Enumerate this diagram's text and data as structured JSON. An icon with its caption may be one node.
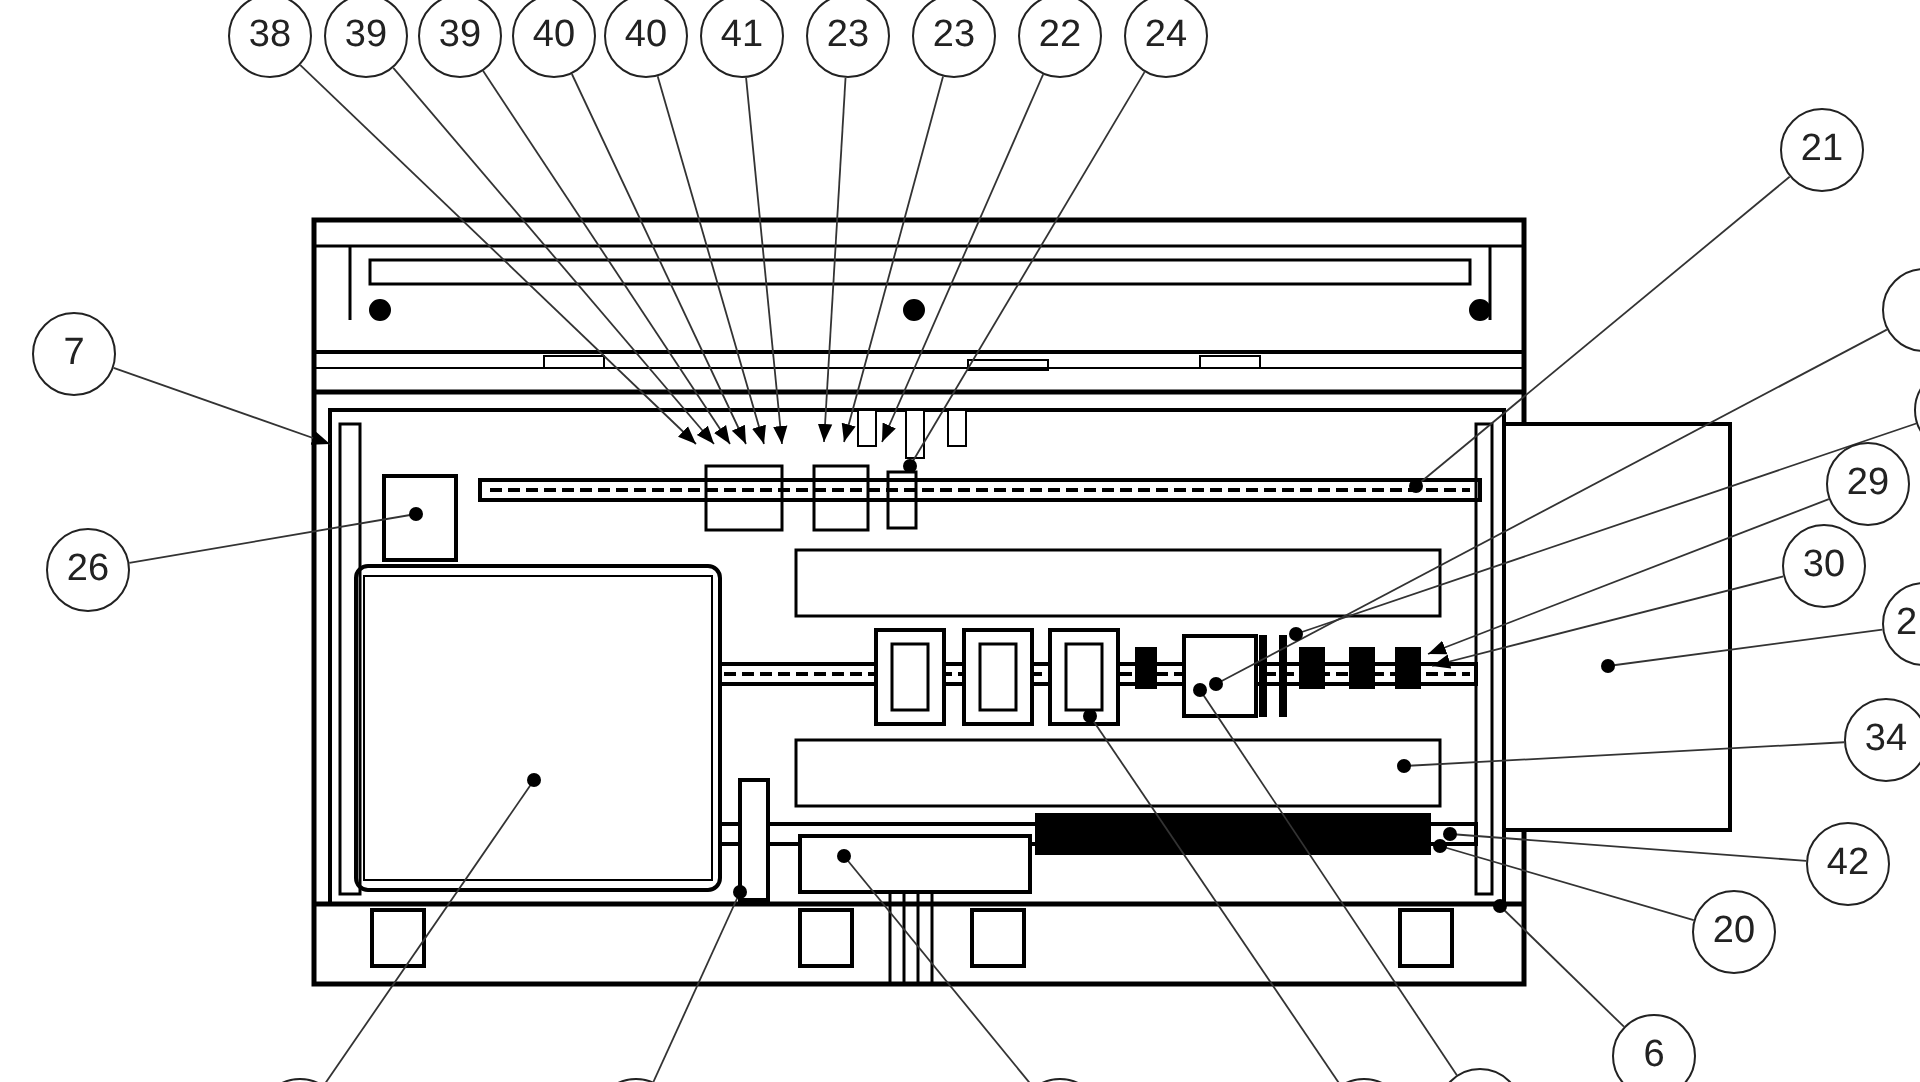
{
  "diagram": {
    "nodes": [
      {
        "text": [
          "38"
        ]
      },
      {
        "text": [
          "39"
        ]
      },
      {
        "text": [
          "39"
        ]
      },
      {
        "text": [
          "40"
        ]
      },
      {
        "text": [
          "40"
        ]
      },
      {
        "text": [
          "41"
        ]
      },
      {
        "text": [
          "23"
        ]
      },
      {
        "text": [
          "23"
        ]
      },
      {
        "text": [
          "22"
        ]
      },
      {
        "text": [
          "24"
        ]
      },
      {
        "text": [
          "7"
        ]
      },
      {
        "text": [
          "21"
        ]
      },
      {
        "text": [],
        "shape": "circle"
      },
      {
        "text": [],
        "shape": "circle"
      },
      {
        "text": [
          "29"
        ]
      },
      {
        "text": [
          "26"
        ]
      },
      {
        "text": [
          "30"
        ]
      },
      {
        "text": [
          "2"
        ]
      },
      {
        "text": [
          "34"
        ]
      },
      {
        "text": [
          "42"
        ]
      },
      {
        "text": [
          "20"
        ]
      },
      {
        "text": [
          "6"
        ]
      },
      {
        "text": [],
        "shape": "circle"
      },
      {
        "text": [],
        "shape": "circle"
      },
      {
        "text": [],
        "shape": "circle"
      },
      {
        "text": [],
        "shape": "circle"
      },
      {
        "text": [],
        "shape": "circle"
      }
    ],
    "edges": [
      {
        "from": 0,
        "to": null,
        "arrow": "to"
      },
      {
        "from": 1,
        "to": null,
        "arrow": "to"
      },
      {
        "from": 2,
        "to": null,
        "arrow": "to"
      },
      {
        "from": 3,
        "to": null,
        "arrow": "to"
      },
      {
        "from": 4,
        "to": null,
        "arrow": "to"
      },
      {
        "from": 5,
        "to": null,
        "arrow": "to"
      },
      {
        "from": 6,
        "to": null,
        "arrow": "to"
      },
      {
        "from": 7,
        "to": null,
        "arrow": "to"
      },
      {
        "from": 8,
        "to": null,
        "arrow": "to"
      },
      {
        "from": 9,
        "to": null,
        "arrow": "other"
      },
      {
        "from": 10,
        "to": null,
        "arrow": "to"
      },
      {
        "from": 11,
        "to": null,
        "arrow": "other"
      },
      {
        "from": 12,
        "to": null,
        "arrow": "other"
      },
      {
        "from": 13,
        "to": null,
        "arrow": "other"
      },
      {
        "from": 14,
        "to": null,
        "arrow": "to"
      },
      {
        "from": 15,
        "to": null,
        "arrow": "other"
      },
      {
        "from": 16,
        "to": null,
        "arrow": "to"
      },
      {
        "from": 17,
        "to": null,
        "arrow": "other"
      },
      {
        "from": 18,
        "to": null,
        "arrow": "other"
      },
      {
        "from": 19,
        "to": null,
        "arrow": "other"
      },
      {
        "from": 20,
        "to": null,
        "arrow": "other"
      },
      {
        "from": 21,
        "to": null,
        "arrow": "other"
      },
      {
        "from": 22,
        "to": null,
        "arrow": "other"
      },
      {
        "from": 23,
        "to": null,
        "arrow": "other"
      },
      {
        "from": 24,
        "to": null,
        "arrow": "other"
      },
      {
        "from": 25,
        "to": null,
        "arrow": "other"
      },
      {
        "from": 26,
        "to": null,
        "arrow": "other"
      }
    ]
  }
}
